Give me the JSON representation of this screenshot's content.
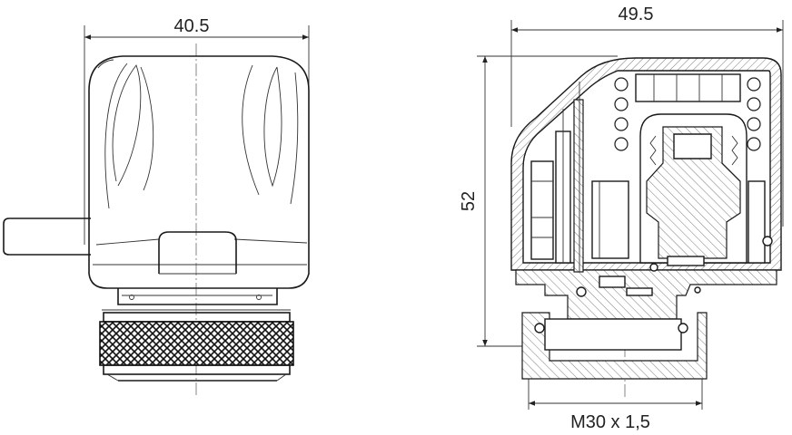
{
  "dimensions": {
    "left_width": "40.5",
    "right_width": "49.5",
    "height": "52",
    "thread": "M30 x 1,5"
  }
}
